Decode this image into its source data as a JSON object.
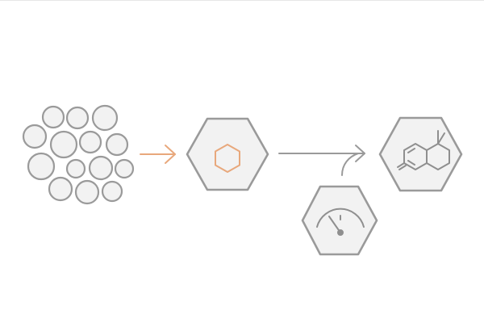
{
  "diagram": {
    "colors": {
      "stroke": "#9a9a9a",
      "fill": "#f2f2f2",
      "accent": "#e8a87c"
    },
    "stages": [
      {
        "id": "particle-cluster",
        "icon": "circles-cluster-icon"
      },
      {
        "id": "catalyst-hexagon",
        "icon": "benzene-ring-icon"
      },
      {
        "id": "condition-hexagon",
        "icon": "gauge-icon"
      },
      {
        "id": "product-hexagon",
        "icon": "bicyclic-molecule-icon"
      }
    ],
    "arrows": [
      {
        "from": "particle-cluster",
        "to": "catalyst-hexagon",
        "color": "accent"
      },
      {
        "from": "catalyst-hexagon",
        "to": "product-hexagon",
        "color": "stroke"
      },
      {
        "from": "condition-hexagon",
        "to": "product-hexagon",
        "color": "stroke"
      }
    ]
  }
}
